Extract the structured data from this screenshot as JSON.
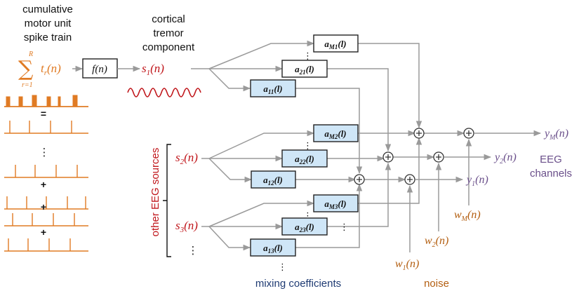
{
  "colors": {
    "orange": "#e07b24",
    "source_red": "#c0161b",
    "output_purple": "#6a4f8a",
    "noise_brown": "#b35e10",
    "caption_blue": "#1f3b73",
    "arrow_gray": "#9a9a9a",
    "coef_box_fill": "#cfe6f7"
  },
  "left_panel": {
    "title_lines": [
      "cumulative",
      "motor unit",
      "spike train"
    ],
    "sum_upper": "R",
    "sum_lower": "r=1",
    "sum_term": "t",
    "sum_term_sub": "r",
    "sum_term_arg": "(n)",
    "equals": "=",
    "plus_signs": [
      "+",
      "+",
      "+"
    ],
    "vertical_ellipsis": "⋮"
  },
  "transfer_block": {
    "label": "f(n)"
  },
  "cortical": {
    "title_lines": [
      "cortical",
      "tremor",
      "component"
    ],
    "signal": "s",
    "signal_sub": "1",
    "signal_arg": "(n)"
  },
  "other_sources": {
    "label": "other EEG sources",
    "s2": {
      "base": "s",
      "sub": "2",
      "arg": "(n)"
    },
    "s3": {
      "base": "s",
      "sub": "3",
      "arg": "(n)"
    },
    "ellipsis": "⋮"
  },
  "coefficients": {
    "group1": [
      {
        "base": "a",
        "sub": "M1",
        "arg": "(l)"
      },
      {
        "base": "a",
        "sub": "21",
        "arg": "(l)"
      },
      {
        "base": "a",
        "sub": "11",
        "arg": "(l)"
      }
    ],
    "group2": [
      {
        "base": "a",
        "sub": "M2",
        "arg": "(l)"
      },
      {
        "base": "a",
        "sub": "22",
        "arg": "(l)"
      },
      {
        "base": "a",
        "sub": "12",
        "arg": "(l)"
      }
    ],
    "group3": [
      {
        "base": "a",
        "sub": "M3",
        "arg": "(l)"
      },
      {
        "base": "a",
        "sub": "23",
        "arg": "(l)"
      },
      {
        "base": "a",
        "sub": "13",
        "arg": "(l)"
      }
    ],
    "dots": "⋮"
  },
  "outputs": [
    {
      "base": "y",
      "sub": "M",
      "arg": "(n)"
    },
    {
      "base": "y",
      "sub": "2",
      "arg": "(n)"
    },
    {
      "base": "y",
      "sub": "1",
      "arg": "(n)"
    }
  ],
  "eeg_channels_lines": [
    "EEG",
    "channels"
  ],
  "noise_terms": [
    {
      "base": "w",
      "sub": "1",
      "arg": "(n)"
    },
    {
      "base": "w",
      "sub": "2",
      "arg": "(n)"
    },
    {
      "base": "w",
      "sub": "M",
      "arg": "(n)"
    }
  ],
  "captions": {
    "mixing": "mixing coefficients",
    "noise": "noise"
  }
}
